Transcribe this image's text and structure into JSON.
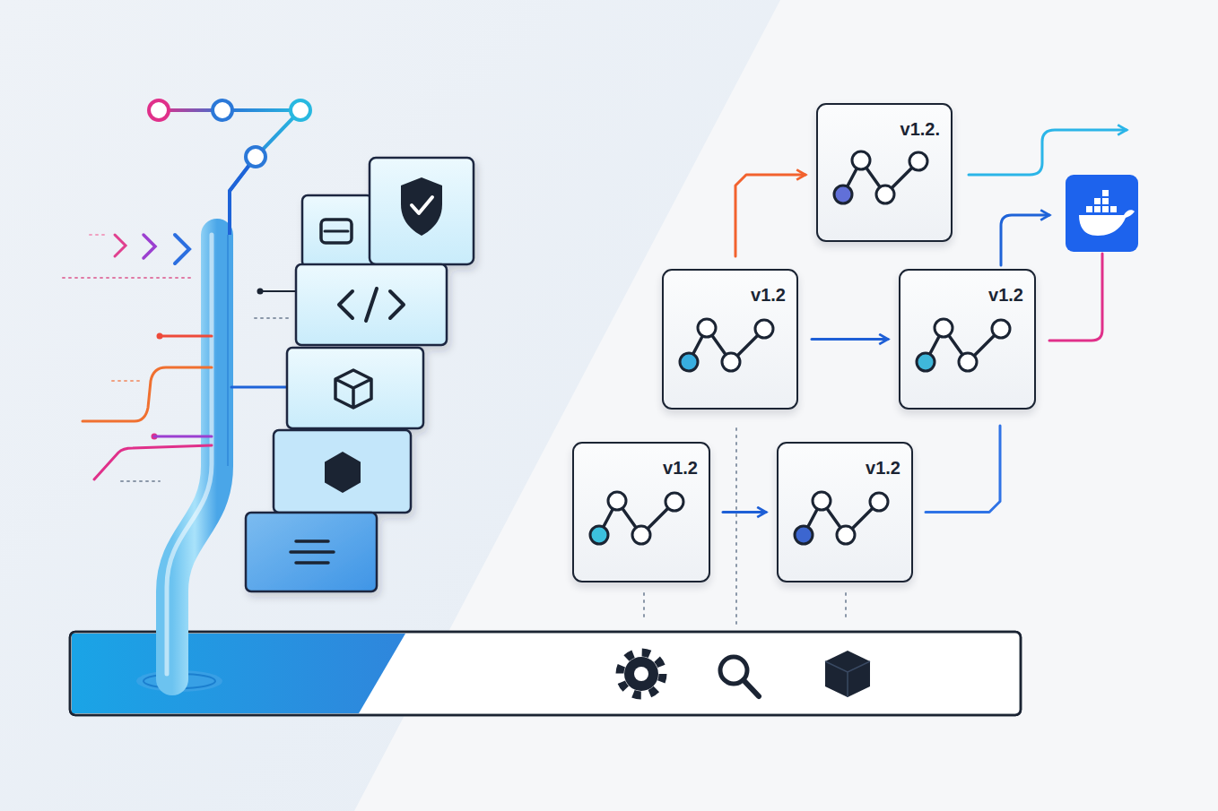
{
  "diagram": {
    "nodes": [
      {
        "text": [
          "v1.2."
        ]
      },
      {
        "text": [
          "v1.2"
        ]
      },
      {
        "text": [
          "v1.2"
        ]
      },
      {
        "text": [
          "v1.2"
        ]
      },
      {
        "text": [
          "v1.2"
        ]
      }
    ],
    "edges": [
      {
        "from": 1,
        "to": 0,
        "arrow": "to"
      },
      {
        "from": 1,
        "to": 2,
        "arrow": "to"
      },
      {
        "from": 3,
        "to": 4,
        "arrow": "to"
      },
      {
        "from": 4,
        "to": 2,
        "arrow": "none"
      }
    ]
  }
}
